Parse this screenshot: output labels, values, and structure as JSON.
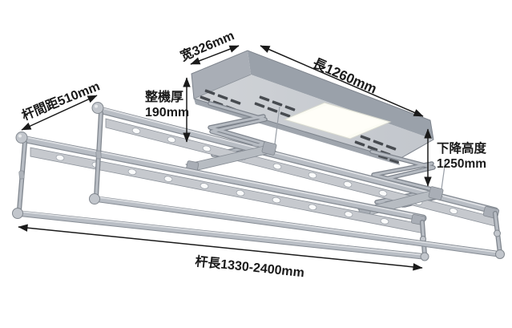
{
  "annotations": {
    "rod_spacing": "杆間距510mm",
    "machine_width": "宽326mm",
    "machine_length": "長1260mm",
    "machine_thickness_label": "整機厚",
    "machine_thickness_value": "190mm",
    "drop_height_label": "下降高度",
    "drop_height_value": "1250mm",
    "rod_length": "杆長1330-2400mm"
  },
  "colors": {
    "background": "#ffffff",
    "annotation_text": "#1a1a1a",
    "arrow": "#1a1a1a",
    "metal_light": "#cdd0d5",
    "metal_mid": "#b6bbc2",
    "metal_edge": "#868c94",
    "machine_side": "#9aa1aa",
    "machine_underside": "#c9ccd1",
    "led_panel": "#fcfcf4",
    "vent": "#474b50"
  }
}
